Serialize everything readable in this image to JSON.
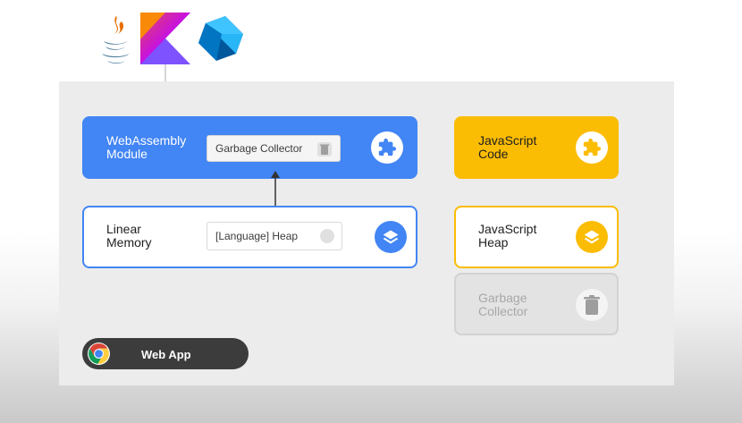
{
  "logos": [
    {
      "name": "java",
      "icon": "java-logo"
    },
    {
      "name": "kotlin",
      "icon": "kotlin-logo"
    },
    {
      "name": "dart",
      "icon": "dart-logo"
    }
  ],
  "cards": {
    "wasm_module": {
      "label": "WebAssembly\nModule",
      "pill": "Garbage Collector",
      "icon": "puzzle-icon",
      "color": "#4285f4"
    },
    "linear_memory": {
      "label": "Linear\nMemory",
      "pill": "[Language] Heap",
      "icon": "layers-icon",
      "color": "#4285f4"
    },
    "js_code": {
      "label": "JavaScript\nCode",
      "icon": "puzzle-icon",
      "color": "#fbbc04"
    },
    "js_heap": {
      "label": "JavaScript\nHeap",
      "icon": "layers-icon",
      "color": "#fbbc04"
    },
    "js_gc": {
      "label": "Garbage\nCollector",
      "icon": "trash-icon",
      "color": "#d2d2d2"
    }
  },
  "web_app": {
    "label": "Web App",
    "icon": "chrome-icon"
  }
}
